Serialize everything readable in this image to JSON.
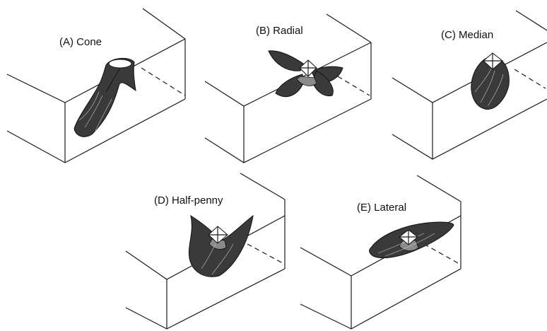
{
  "panels": [
    {
      "id": "A",
      "caption": "(A) Cone"
    },
    {
      "id": "B",
      "caption": "(B) Radial"
    },
    {
      "id": "C",
      "caption": "(C) Median"
    },
    {
      "id": "D",
      "caption": "(D) Half-penny"
    },
    {
      "id": "E",
      "caption": "(E) Lateral"
    }
  ],
  "colors": {
    "line": "#1a1a1a",
    "crack_fill": "#3a3a3a",
    "background": "#ffffff"
  }
}
